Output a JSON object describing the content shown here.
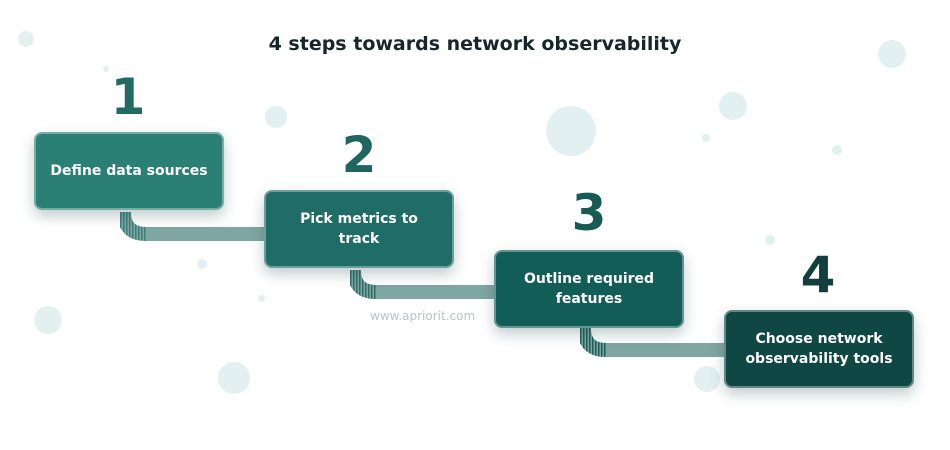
{
  "title": "4 steps towards network observability",
  "watermark": "www.apriorit.com",
  "colors": {
    "number": "#236a65",
    "number_dark": "#123f3e",
    "step1_fill": "#2b8075",
    "step2_fill": "#1f6d66",
    "step3_fill": "#135d58",
    "step4_fill": "#0f4744",
    "connector": "#7fa6a2"
  },
  "steps": [
    {
      "number": "1",
      "label": "Define data sources"
    },
    {
      "number": "2",
      "label": "Pick metrics to track"
    },
    {
      "number": "3",
      "label": "Outline required\nfeatures"
    },
    {
      "number": "4",
      "label": "Choose network\nobservability tools"
    }
  ]
}
